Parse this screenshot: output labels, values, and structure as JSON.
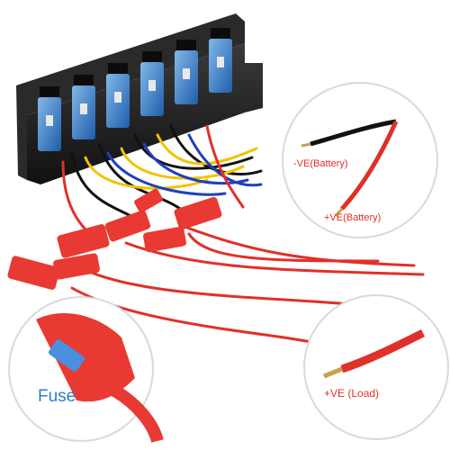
{
  "callouts": {
    "negative_battery": "-VE(Battery)",
    "positive_battery": "+VE(Battery)",
    "positive_load": "+VE (Load)",
    "fuse": "Fuse"
  },
  "colors": {
    "panel": "#1a1a1a",
    "switch_blue": "#2f7fd6",
    "wire_red": "#e0302a",
    "wire_black": "#111111",
    "wire_yellow": "#f2c200",
    "wire_blue": "#1f3fbf",
    "fuse_holder_red": "#e83a32",
    "callout_ring": "#d9d9d9",
    "fuse_label": "#2a7fd0"
  },
  "switch_count": 6
}
